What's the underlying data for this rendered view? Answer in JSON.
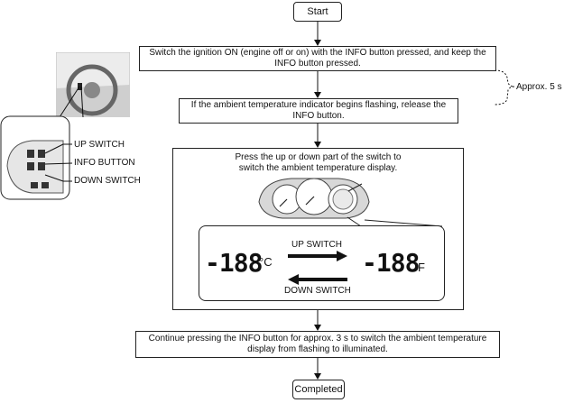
{
  "flow": {
    "start": "Start",
    "step1": "Switch the ignition ON (engine off or on) with the INFO button pressed, and keep the INFO button pressed.",
    "step2": "If the ambient temperature indicator begins flashing, release the INFO button.",
    "step3": "Press the up or down part of the switch to switch the ambient temperature display.",
    "step4": "Continue pressing the INFO button for approx. 3 s to switch the ambient temperature display from flashing to illuminated.",
    "end": "Completed"
  },
  "brace_label": "Approx. 5 s",
  "steering_callouts": {
    "up": "UP SWITCH",
    "info": "INFO BUTTON",
    "down": "DOWN SWITCH"
  },
  "display": {
    "left_value": "-188",
    "left_unit": "°C",
    "right_value": "-188",
    "right_unit": "F",
    "up_label": "UP SWITCH",
    "down_label": "DOWN SWITCH"
  }
}
